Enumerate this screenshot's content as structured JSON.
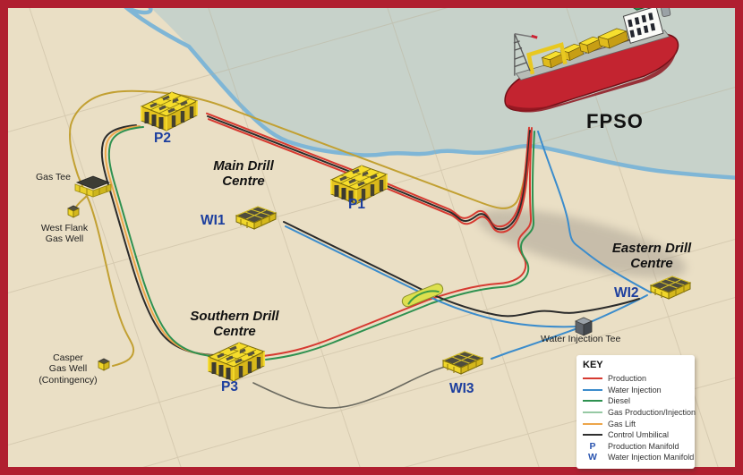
{
  "colors": {
    "border": "#b01f30",
    "land": "#eadfc5",
    "water": "#c7d2ca",
    "shore": "#7fb6d6",
    "production": "#d63a31",
    "water_injection": "#3b8ccc",
    "diesel": "#2e9150",
    "gas_production_injection": "#96c9a4",
    "gas_lift": "#eda64b",
    "gas_line_gold": "#c2a032",
    "control_umbilical": "#2b2b2b",
    "manifold_yellow": "#f6dd2c",
    "label_blue": "#1c3e9e"
  },
  "labels": {
    "fpso": "FPSO",
    "main_drill": "Main Drill\nCentre",
    "eastern_drill": "Eastern Drill\nCentre",
    "southern_drill": "Southern Drill\nCentre",
    "p1": "P1",
    "p2": "P2",
    "p3": "P3",
    "wi1": "WI1",
    "wi2": "WI2",
    "wi3": "WI3",
    "gas_tee": "Gas Tee",
    "west_flank": "West Flank\nGas Well",
    "casper": "Casper\nGas Well\n(Contingency)",
    "water_injection_tee": "Water Injection Tee"
  },
  "key": {
    "title": "KEY",
    "items": [
      {
        "type": "line",
        "color": "#d63a31",
        "label": "Production"
      },
      {
        "type": "line",
        "color": "#3b8ccc",
        "label": "Water Injection"
      },
      {
        "type": "line",
        "color": "#2e9150",
        "label": "Diesel"
      },
      {
        "type": "line",
        "color": "#96c9a4",
        "label": "Gas Production/Injection"
      },
      {
        "type": "line",
        "color": "#eda64b",
        "label": "Gas Lift"
      },
      {
        "type": "line",
        "color": "#2f2f2f",
        "label": "Control Umbilical"
      },
      {
        "type": "letter",
        "symbol": "P",
        "label": "Production Manifold"
      },
      {
        "type": "letter",
        "symbol": "W",
        "label": "Water Injection Manifold"
      }
    ]
  }
}
